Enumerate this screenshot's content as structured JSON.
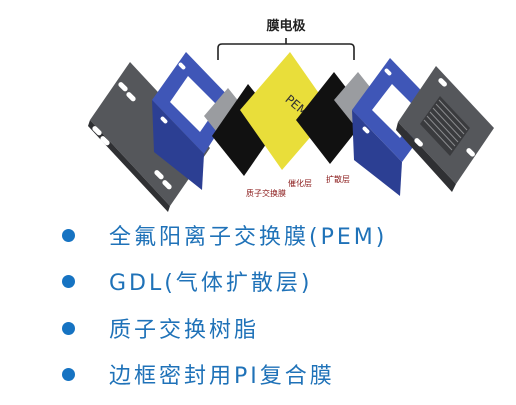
{
  "diagram": {
    "title": "膜电极",
    "label_pem": "PEM",
    "label_proton_exchange_membrane": "质子交换膜",
    "label_catalyst_layer": "催化层",
    "label_diffusion_layer": "扩散层",
    "colors": {
      "plate_gray": "#55575b",
      "frame_blue": "#3f56b7",
      "gdl_gray": "#9a9ca0",
      "catalyst_black": "#111111",
      "pem_yellow": "#e9de3a",
      "label_red": "#8a1a1a"
    }
  },
  "bullets": [
    {
      "text": "全氟阳离子交换膜(PEM)"
    },
    {
      "text": "GDL(气体扩散层)"
    },
    {
      "text": "质子交换树脂"
    },
    {
      "text": "边框密封用PI复合膜"
    }
  ],
  "bullet_color": "#1673c2"
}
